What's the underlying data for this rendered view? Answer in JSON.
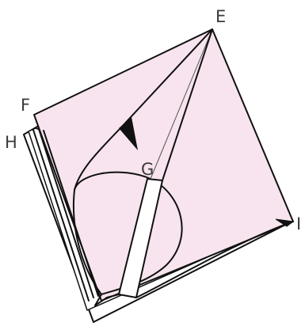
{
  "labels": {
    "E": "E",
    "F": "F",
    "H": "H",
    "G": "G",
    "I": "I"
  },
  "colors": {
    "sheet_fill": "#f7e4ee",
    "line": "#111111",
    "background": "#ffffff"
  },
  "icons": {
    "direction_marker": "black-arrowhead"
  }
}
